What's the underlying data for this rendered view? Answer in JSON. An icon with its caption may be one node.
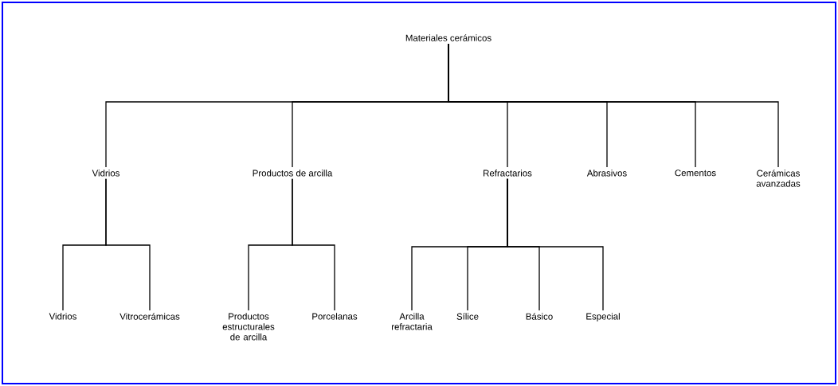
{
  "diagram": {
    "nodes": [
      {
        "text": [
          "Materiales cerámicos"
        ]
      },
      {
        "text": [
          "Vidrios"
        ]
      },
      {
        "text": [
          "Productos de arcilla"
        ]
      },
      {
        "text": [
          "Refractarios"
        ]
      },
      {
        "text": [
          "Abrasivos"
        ]
      },
      {
        "text": [
          "Cementos"
        ]
      },
      {
        "text": [
          "Cerámicas avanzadas"
        ]
      },
      {
        "text": [
          "Vidrios"
        ]
      },
      {
        "text": [
          "Vitrocerámicas"
        ]
      },
      {
        "text": [
          "Productos estructurales de arcilla"
        ]
      },
      {
        "text": [
          "Porcelanas"
        ]
      },
      {
        "text": [
          "Arcilla refractaria"
        ]
      },
      {
        "text": [
          "Sílice"
        ]
      },
      {
        "text": [
          "Básico"
        ]
      },
      {
        "text": [
          "Especial"
        ]
      }
    ],
    "edges": [
      {
        "from": 0,
        "to": 1,
        "arrow": "none"
      },
      {
        "from": 0,
        "to": 2,
        "arrow": "none"
      },
      {
        "from": 0,
        "to": 3,
        "arrow": "none"
      },
      {
        "from": 0,
        "to": 4,
        "arrow": "none"
      },
      {
        "from": 0,
        "to": 5,
        "arrow": "none"
      },
      {
        "from": 0,
        "to": 6,
        "arrow": "none"
      },
      {
        "from": 1,
        "to": 7,
        "arrow": "none"
      },
      {
        "from": 1,
        "to": 8,
        "arrow": "none"
      },
      {
        "from": 2,
        "to": 9,
        "arrow": "none"
      },
      {
        "from": 2,
        "to": 10,
        "arrow": "none"
      },
      {
        "from": 3,
        "to": 11,
        "arrow": "none"
      },
      {
        "from": 3,
        "to": 12,
        "arrow": "none"
      },
      {
        "from": 3,
        "to": 13,
        "arrow": "none"
      },
      {
        "from": 3,
        "to": 14,
        "arrow": "none"
      }
    ]
  }
}
